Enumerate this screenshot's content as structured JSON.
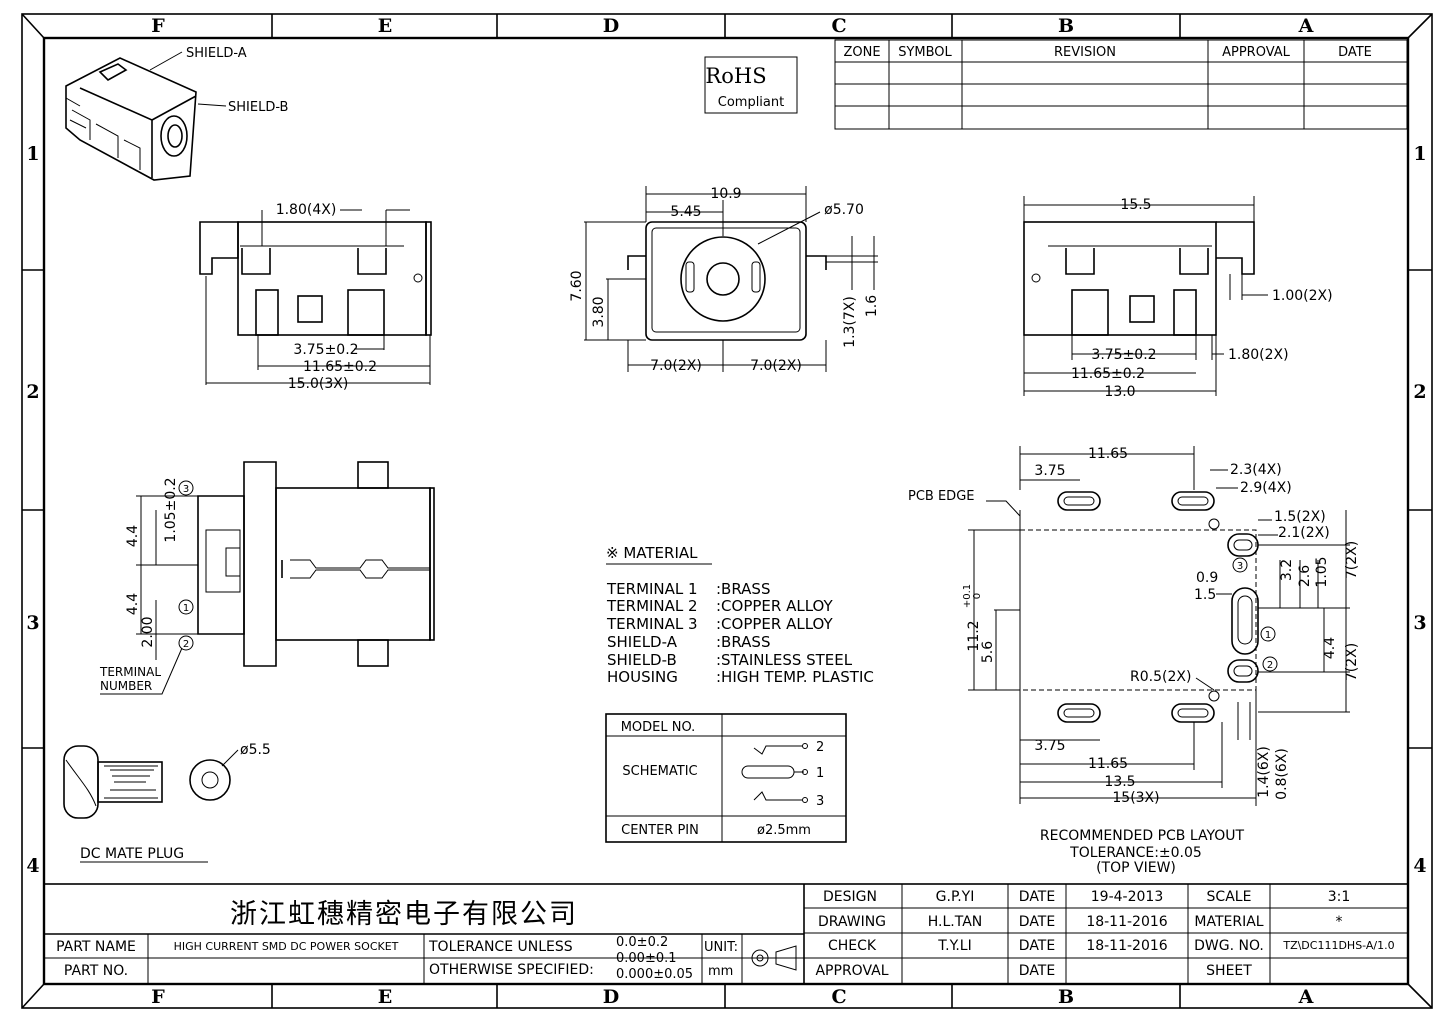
{
  "zones": {
    "columns": [
      "F",
      "E",
      "D",
      "C",
      "B",
      "A"
    ],
    "rows": [
      "1",
      "2",
      "3",
      "4"
    ]
  },
  "revision_table": {
    "headers": [
      "ZONE",
      "SYMBOL",
      "REVISION",
      "APPROVAL",
      "DATE"
    ]
  },
  "rohs": {
    "line1": "RoHS",
    "line2": "Compliant"
  },
  "iso_view": {
    "shield_a": "SHIELD-A",
    "shield_b": "SHIELD-B"
  },
  "front_view": {
    "d1": "1.80(4X)",
    "d2": "3.75±0.2",
    "d3": "11.65±0.2",
    "d4": "15.0(3X)"
  },
  "end_view": {
    "d1": "10.9",
    "d2": "5.45",
    "d3": "ø5.70",
    "d4": "7.60",
    "d5": "3.80",
    "d6": "1.3(7X)",
    "d7": "1.6",
    "d8": "7.0(2X)",
    "d9": "7.0(2X)"
  },
  "back_view": {
    "d1": "15.5",
    "d2": "1.00(2X)",
    "d3": "3.75±0.2",
    "d4": "1.80(2X)",
    "d5": "11.65±0.2",
    "d6": "13.0"
  },
  "top_view": {
    "d1": "1.05±0.2",
    "d2": "4.4",
    "d3": "4.4",
    "d4": "2.00",
    "n1": "1",
    "n2": "2",
    "n3": "3",
    "label1": "TERMINAL",
    "label2": "NUMBER"
  },
  "material": {
    "title": "※ MATERIAL",
    "rows": [
      {
        "part": "TERMINAL 1",
        "value": ":BRASS"
      },
      {
        "part": "TERMINAL 2",
        "value": ":COPPER ALLOY"
      },
      {
        "part": "TERMINAL 3",
        "value": ":COPPER ALLOY"
      },
      {
        "part": "SHIELD-A",
        "value": ":BRASS"
      },
      {
        "part": "SHIELD-B",
        "value": ":STAINLESS STEEL"
      },
      {
        "part": "HOUSING",
        "value": ":HIGH TEMP. PLASTIC"
      }
    ]
  },
  "model_table": {
    "model_no": "MODEL NO.",
    "schematic": "SCHEMATIC",
    "center_pin": "CENTER PIN",
    "center_pin_value": "ø2.5mm",
    "pins": [
      "2",
      "1",
      "3"
    ]
  },
  "plug": {
    "label": "DC MATE PLUG",
    "dia": "ø5.5"
  },
  "pcb": {
    "edge": "PCB EDGE",
    "d_top_1165": "11.65",
    "d_top_375": "3.75",
    "d_23": "2.3(4X)",
    "d_29": "2.9(4X)",
    "d_15": "1.5(2X)",
    "d_21": "2.1(2X)",
    "d_09": "0.9",
    "d_15b": "1.5",
    "d_32": "3.2",
    "d_26": "2.6",
    "d_105": "1.05",
    "d_7a": "7(2X)",
    "d_44": "4.4",
    "d_7b": "7(2X)",
    "d_112": "11.2",
    "d_112tol": "+0.1",
    "d_112tol2": "0",
    "d_56": "5.6",
    "d_r05": "R0.5(2X)",
    "d_bot_375": "3.75",
    "d_bot_1165": "11.65",
    "d_135": "13.5",
    "d_15x": "15(3X)",
    "d_14": "1.4(6X)",
    "d_08": "0.8(6X)",
    "n1": "1",
    "n2": "2",
    "n3": "3",
    "caption1": "RECOMMENDED PCB LAYOUT",
    "caption2": "TOLERANCE:±0.05",
    "caption3": "(TOP VIEW)"
  },
  "title_block": {
    "company": "浙江虹穗精密电子有限公司",
    "part_name_label": "PART NAME",
    "part_name": "HIGH CURRENT SMD DC POWER SOCKET",
    "part_no_label": "PART NO.",
    "tol_label1": "TOLERANCE UNLESS",
    "tol_label2": "OTHERWISE SPECIFIED:",
    "tol1": "0.0±0.2",
    "tol2": "0.00±0.1",
    "tol3": "0.000±0.05",
    "unit_label": "UNIT:",
    "unit": "mm",
    "design_label": "DESIGN",
    "design": "G.P.YI",
    "drawing_label": "DRAWING",
    "drawing": "H.L.TAN",
    "check_label": "CHECK",
    "check": "T.Y.LI",
    "approval_label": "APPROVAL",
    "date_label": "DATE",
    "date1": "19-4-2013",
    "date2": "18-11-2016",
    "date3": "18-11-2016",
    "scale_label": "SCALE",
    "scale": "3:1",
    "material_label": "MATERIAL",
    "material": "*",
    "dwg_label": "DWG. NO.",
    "dwg": "TZ\\DC111DHS-A/1.0",
    "sheet_label": "SHEET"
  }
}
